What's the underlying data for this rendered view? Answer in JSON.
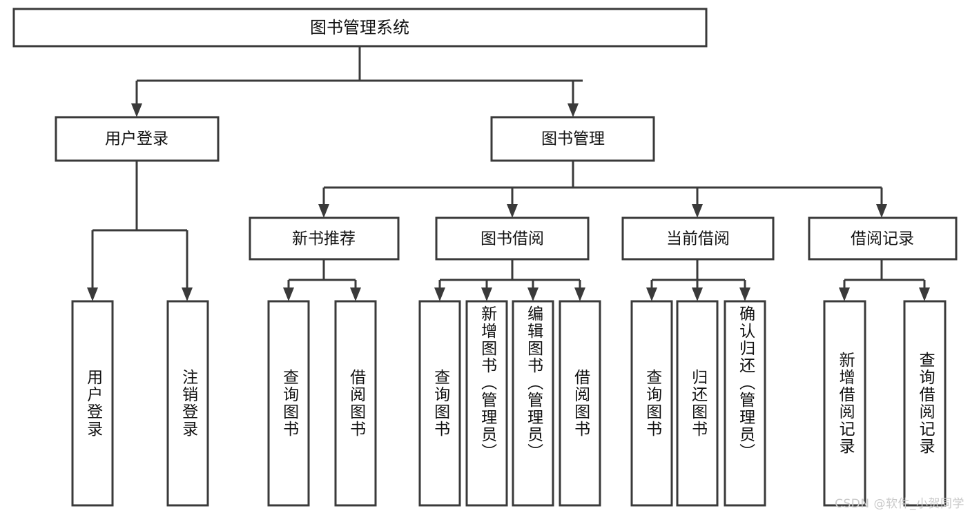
{
  "diagram": {
    "type": "tree",
    "title": "图书管理系统",
    "orientation": "top-down",
    "watermark": "CSDN @软件_小贺同学",
    "colors": {
      "stroke": "#3a3a3a",
      "box_fill": "#ffffff",
      "text": "#111111",
      "background": "#ffffff",
      "watermark": "#c9c9c9"
    },
    "levels": {
      "root": {
        "label": "图书管理系统"
      },
      "level1": [
        {
          "label": "用户登录"
        },
        {
          "label": "图书管理"
        }
      ],
      "level2": [
        {
          "label": "新书推荐"
        },
        {
          "label": "图书借阅"
        },
        {
          "label": "当前借阅"
        },
        {
          "label": "借阅记录"
        }
      ],
      "leaves": [
        {
          "label": "用户登录",
          "parent": "用户登录"
        },
        {
          "label": "注销登录",
          "parent": "用户登录"
        },
        {
          "label": "查询图书",
          "parent": "新书推荐"
        },
        {
          "label": "借阅图书",
          "parent": "新书推荐"
        },
        {
          "label": "查询图书",
          "parent": "图书借阅"
        },
        {
          "label": "新增图书（管理员）",
          "parent": "图书借阅"
        },
        {
          "label": "编辑图书（管理员）",
          "parent": "图书借阅"
        },
        {
          "label": "借阅图书",
          "parent": "图书借阅"
        },
        {
          "label": "查询图书",
          "parent": "当前借阅"
        },
        {
          "label": "归还图书",
          "parent": "当前借阅"
        },
        {
          "label": "确认归还（管理员）",
          "parent": "当前借阅"
        },
        {
          "label": "新增借阅记录",
          "parent": "借阅记录"
        },
        {
          "label": "查询借阅记录",
          "parent": "借阅记录"
        }
      ]
    }
  }
}
